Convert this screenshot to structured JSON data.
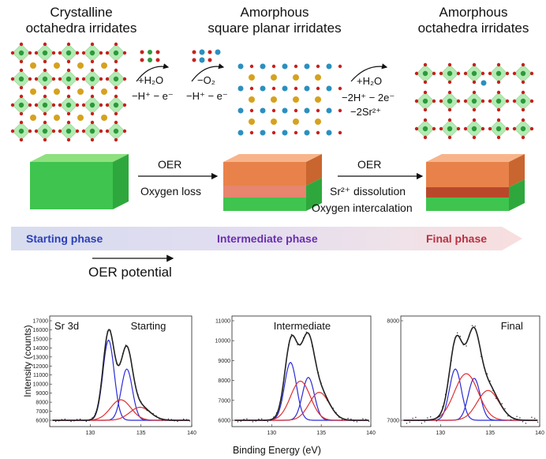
{
  "stages": [
    {
      "title_line1": "Crystalline",
      "title_line2": "octahedra irridates"
    },
    {
      "title_line1": "Amorphous",
      "title_line2": "square planar irridates"
    },
    {
      "title_line1": "Amorphous",
      "title_line2": "octahedra irridates"
    }
  ],
  "reaction_steps": {
    "step1_top": "+H₂O",
    "step1_bottom": "−H⁺ − e⁻",
    "step2_top": "−O₂",
    "step2_bottom": "−H⁺ − e⁻",
    "step3_top": "+H₂O",
    "step3_bottom_1": "−2H⁺ − 2e⁻",
    "step3_bottom_2": "−2Sr²⁺"
  },
  "transitions": {
    "t1_top": "OER",
    "t1_bottom": "Oxygen loss",
    "t2_top": "OER",
    "t2_bottom_1": "Sr²⁺ dissolution",
    "t2_bottom_2": "Oxygen intercalation"
  },
  "phases": {
    "starting": "Starting phase",
    "intermediate": "Intermediate phase",
    "final": "Final phase"
  },
  "oer_potential": "OER potential",
  "xps": {
    "y_axis_label": "Intensity (counts)",
    "x_axis_label": "Binding Energy (eV)",
    "element_label": "Sr 3d",
    "panels": [
      {
        "label": "Starting",
        "yticks": [
          "17000",
          "16000",
          "15000",
          "14000",
          "13000",
          "12000",
          "11000",
          "10000",
          "9000",
          "8000",
          "7000",
          "6000"
        ],
        "xticks": [
          "130",
          "135",
          "140"
        ]
      },
      {
        "label": "Intermediate",
        "yticks": [
          "11000",
          "10000",
          "9000",
          "8000",
          "7000",
          "6000"
        ],
        "xticks": [
          "130",
          "135",
          "140"
        ]
      },
      {
        "label": "Final",
        "yticks": [
          "8000",
          "7000"
        ],
        "xticks": [
          "130",
          "135",
          "140"
        ]
      }
    ]
  },
  "colors": {
    "green_slab": "#3fc44f",
    "orange_slab": "#e8824a",
    "sr_atom": "#d6a21e",
    "o_atom": "#c8201d",
    "ir_atom": "#2a9a3a",
    "h_atom": "#2a90c0",
    "fit_blue": "#2b2bd8",
    "fit_red": "#e03030",
    "envelope": "#222222",
    "starting_text": "#2b3fb8",
    "intermediate_text": "#6a2fb0",
    "final_text": "#b83040"
  }
}
